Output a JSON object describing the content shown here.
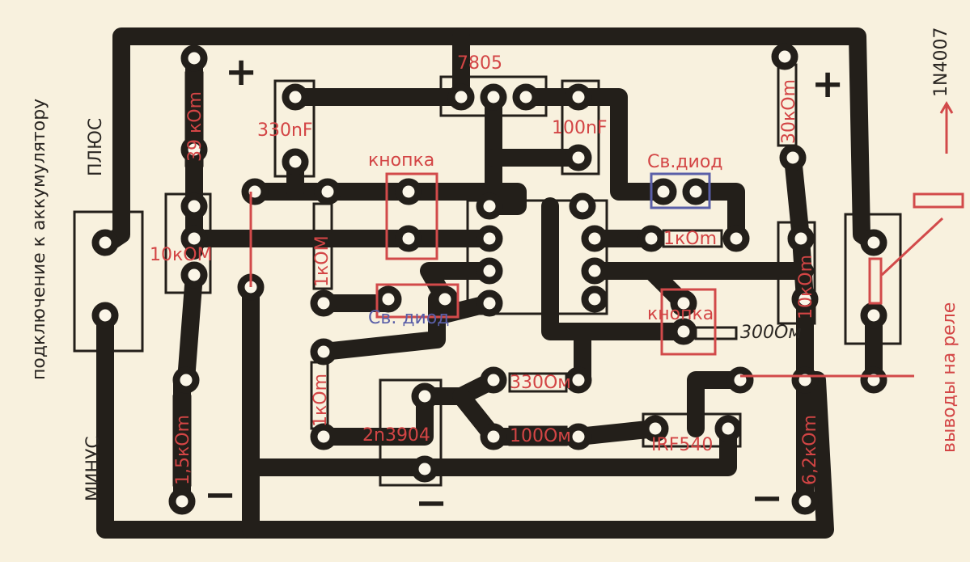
{
  "labels": {
    "regulator": "7805",
    "cap_330": "330nF",
    "cap_100": "100nF",
    "button_top": "кнопка",
    "button_right": "кнопка",
    "led_top": "Св.диод",
    "led_mid": "Св. диод",
    "r_10k_left": "10кОМ",
    "r_1k_mid": "1кОМ",
    "r_1k_right": "1кОm",
    "r_39k": "39 кОm",
    "r_30k": "30кОm",
    "r_10k_right": "10кОm",
    "r_1k_bottom": "1кОm",
    "r_1_5k": "1,5кОm",
    "r_6_2k": "6,2кОm",
    "r_330": "330Ом",
    "r_100": "100Ом",
    "r_300": "300Ом",
    "transistor": "2n3904",
    "mosfet": "IRF540",
    "diode": "1N4007",
    "relay_leads": "выводы на реле",
    "plus": "ПЛЮС",
    "minus": "МИНУС",
    "battery_conn": "подключение к аккумулятору",
    "plus_sign_left": "+",
    "plus_sign_right": "+",
    "minus_sign": "−"
  },
  "colors": {
    "trace": "#231f1a",
    "label_red": "#d34545",
    "label_blue": "#5a5fa8",
    "paper": "#f8f1de"
  }
}
